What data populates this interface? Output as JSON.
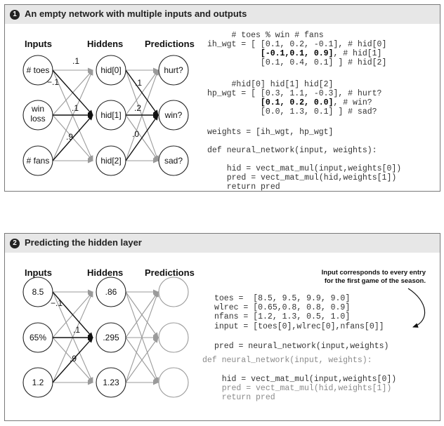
{
  "panel1": {
    "badge": "1",
    "title": "An empty network with multiple inputs and outputs",
    "col_inputs": "Inputs",
    "col_hiddens": "Hiddens",
    "col_predictions": "Predictions",
    "input_nodes": [
      "# toes",
      "win\nloss",
      "# fans"
    ],
    "hidden_nodes": [
      "hid[0]",
      "hid[1]",
      "hid[2]"
    ],
    "output_nodes": [
      "hurt?",
      "win?",
      "sad?"
    ],
    "weight_labels_ih": [
      ".1",
      "−.1",
      ".1",
      ".9"
    ],
    "weight_labels_hp": [
      ".1",
      ".2",
      ".0"
    ],
    "code": {
      "ih_header": "     # toes % win # fans",
      "ih_line1": "ih_wgt = [ [0.1, 0.2, -0.1], # hid[0]",
      "ih_line2_bold": "           [-0.1,0.1, 0.9]",
      "ih_line2_rest": ", # hid[1]",
      "ih_line3": "           [0.1, 0.4, 0.1] ] # hid[2]",
      "hp_header": "     #hid[0] hid[1] hid[2]",
      "hp_line1": "hp_wgt = [ [0.3, 1.1, -0.3], # hurt?",
      "hp_line2_bold": "           [0.1, 0.2, 0.0]",
      "hp_line2_rest": ", # win?",
      "hp_line3": "           [0.0, 1.3, 0.1] ] # sad?",
      "weights": "weights = [ih_wgt, hp_wgt]",
      "def": "def neural_network(input, weights):",
      "body1": "   hid = vect_mat_mul(input,weights[0])",
      "body2": "   pred = vect_mat_mul(hid,weights[1])",
      "body3": "   return pred"
    }
  },
  "panel2": {
    "badge": "2",
    "title": "Predicting the hidden layer",
    "col_inputs": "Inputs",
    "col_hiddens": "Hiddens",
    "col_predictions": "Predictions",
    "input_nodes": [
      "8.5",
      "65%",
      "1.2"
    ],
    "hidden_nodes": [
      ".86",
      ".295",
      "1.23"
    ],
    "output_nodes": [
      "",
      "",
      ""
    ],
    "weight_labels_ih": [
      "−.1",
      ".1",
      ".9"
    ],
    "note_line1": "Input corresponds to every entry",
    "note_line2": "for the first game of the season.",
    "code": {
      "toes": "toes =  [8.5, 9.5, 9.9, 9.0]",
      "wlrec": "wlrec = [0.65,0.8, 0.8, 0.9]",
      "nfans": "nfans = [1.2, 1.3, 0.5, 1.0]",
      "input": "input = [toes[0],wlrec[0],nfans[0]]",
      "pred": "pred = neural_network(input,weights)",
      "def": "def neural_network(input, weights):",
      "body1": "   hid = vect_mat_mul(input,weights[0])",
      "body2": "   pred = vect_mat_mul(hid,weights[1])",
      "body3": "   return pred"
    }
  },
  "colors": {
    "header_bg": "#e7e7e7",
    "arrow_bold": "#111111",
    "arrow_light": "#9a9a9a",
    "border": "#7a7a7a"
  }
}
